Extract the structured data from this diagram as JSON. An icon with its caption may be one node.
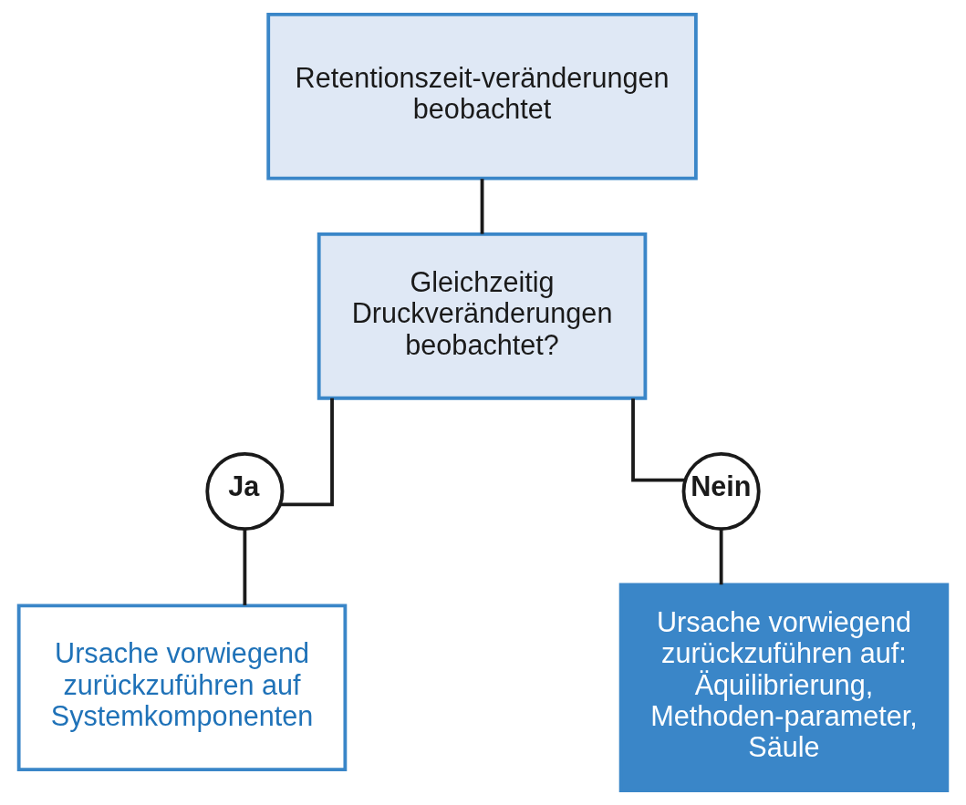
{
  "diagram": {
    "nodes": [
      {
        "text": [
          "Retentionszeit-veränderungen beobachtet"
        ]
      },
      {
        "text": [
          "Gleichzeitig Druckveränderungen beobachtet?"
        ]
      },
      {
        "text": [
          "Ja"
        ]
      },
      {
        "text": [
          "Nein"
        ]
      },
      {
        "text": [
          "Ursache vorwiegend zurückzuführen auf Systemkomponenten"
        ]
      },
      {
        "text": [
          "Ursache vorwiegend zurückzuführen auf: Äquilibrierung, Methoden-parameter, Säule"
        ]
      }
    ],
    "edges": [
      {
        "from": 0,
        "to": 1,
        "arrow": "none"
      },
      {
        "from": 1,
        "to": 2,
        "arrow": "none"
      },
      {
        "from": 1,
        "to": 3,
        "arrow": "none"
      },
      {
        "from": 2,
        "to": 4,
        "arrow": "none"
      },
      {
        "from": 3,
        "to": 5,
        "arrow": "none"
      }
    ]
  }
}
